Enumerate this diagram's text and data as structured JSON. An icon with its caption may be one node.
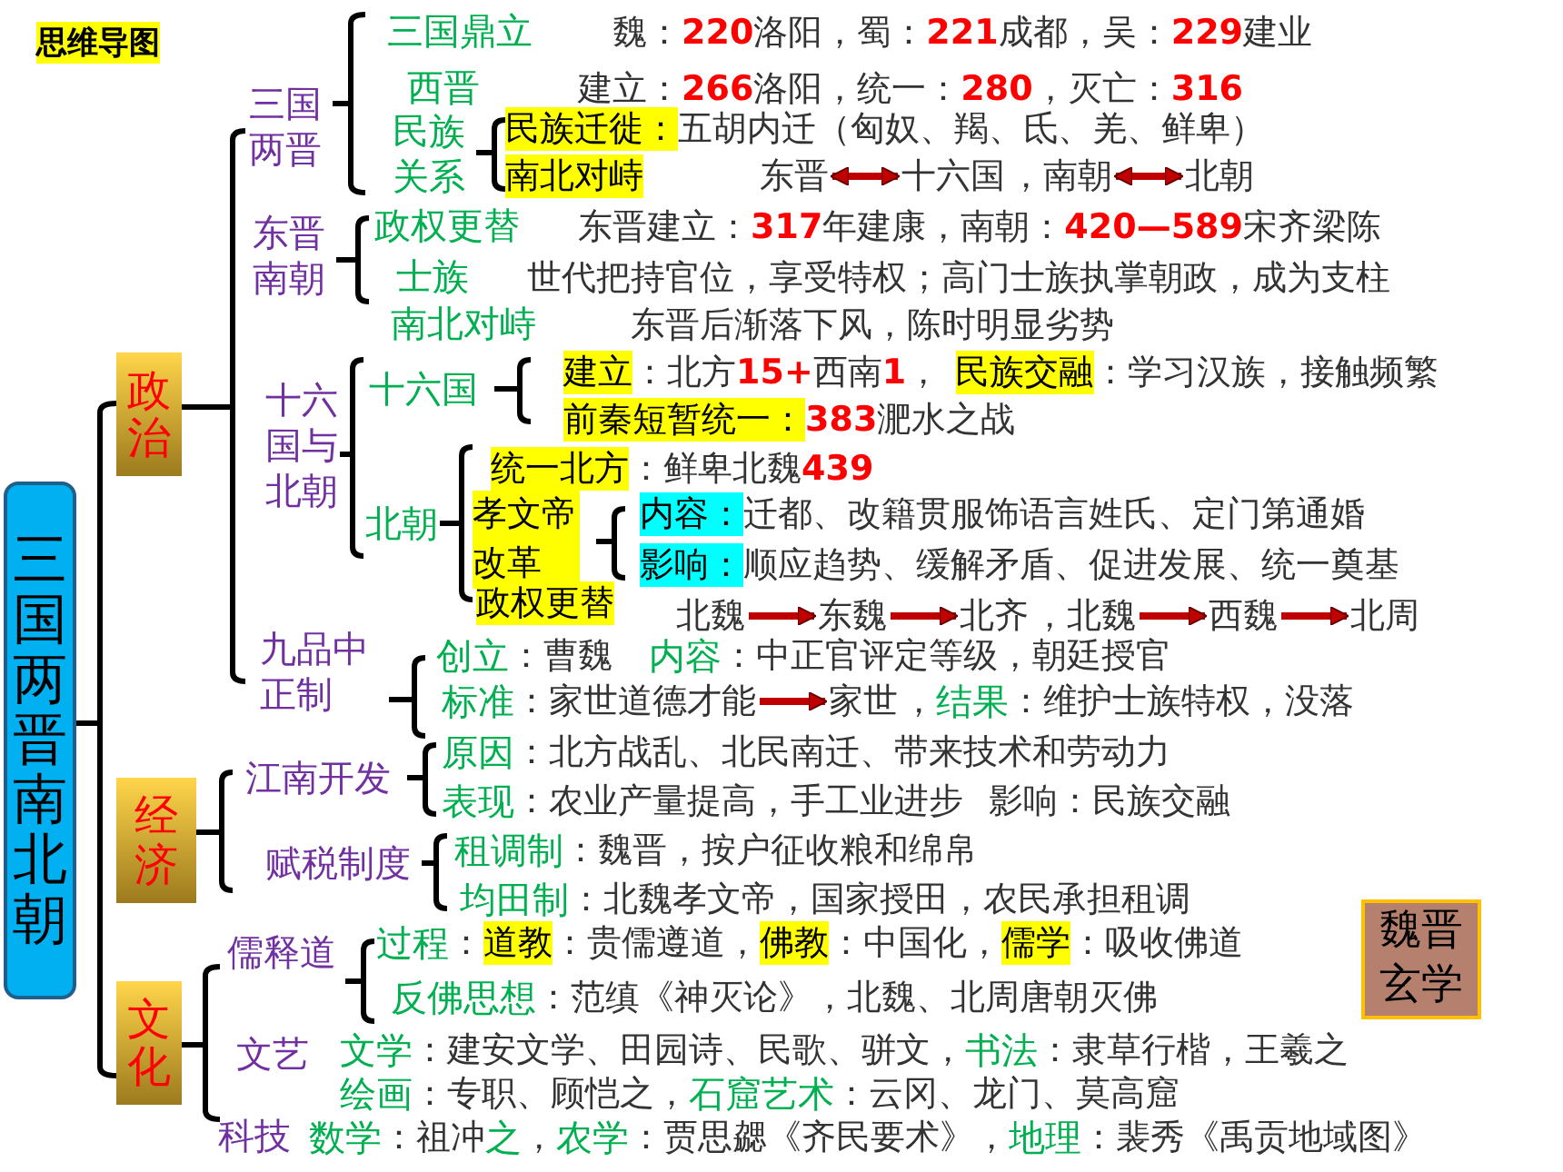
{
  "diagram": {
    "title": "思维导图",
    "nodes": [
      {
        "text": [
          "三国两晋南北朝"
        ]
      },
      {
        "text": [
          "政治"
        ]
      },
      {
        "text": [
          "经济"
        ]
      },
      {
        "text": [
          "文化"
        ]
      },
      {
        "text": [
          "魏晋玄学"
        ]
      },
      {
        "text": [
          "东晋"
        ]
      },
      {
        "text": [
          "十六国"
        ]
      },
      {
        "text": [
          "南朝"
        ]
      },
      {
        "text": [
          "北朝"
        ]
      },
      {
        "text": [
          "北魏"
        ]
      },
      {
        "text": [
          "东魏"
        ]
      },
      {
        "text": [
          "北齐"
        ]
      },
      {
        "text": [
          "北魏"
        ]
      },
      {
        "text": [
          "西魏"
        ]
      },
      {
        "text": [
          "北周"
        ]
      },
      {
        "text": [
          "家世道德才能"
        ]
      },
      {
        "text": [
          "家世"
        ]
      }
    ],
    "edges": [
      {
        "from": 5,
        "to": 6,
        "arrow": "both"
      },
      {
        "from": 7,
        "to": 8,
        "arrow": "both"
      },
      {
        "from": 9,
        "to": 10,
        "arrow": "to"
      },
      {
        "from": 10,
        "to": 11,
        "arrow": "to"
      },
      {
        "from": 12,
        "to": 13,
        "arrow": "to"
      },
      {
        "from": 13,
        "to": 14,
        "arrow": "to"
      },
      {
        "from": 15,
        "to": 16,
        "arrow": "to"
      }
    ],
    "labels": [
      "三国两晋",
      "三国鼎立",
      "魏：**220**洛阳，蜀：**221**成都，吴：**229**建业",
      "西晋",
      "建立：**266**洛阳，统一：**280**，灭亡：**316**",
      "民族关系",
      "民族迁徙：",
      "五胡内迁（匈奴、羯、氐、羌、鲜卑）",
      "南北对峙",
      "，",
      "东晋南朝",
      "政权更替",
      "东晋建立：**317**年建康，南朝：**420—589**宋齐梁陈",
      "士族",
      "世代把持官位，享受特权；高门士族执掌朝政，成为支柱",
      "南北对峙",
      "东晋后渐落下风，陈时明显劣势",
      "十六国与北朝",
      "十六国",
      "建立",
      "：北方**15+**西南**1**，",
      "民族交融",
      "：学习汉族，接触频繁",
      "前秦短暂统一：",
      "**383**淝水之战",
      "北朝",
      "统一北方",
      "：鲜卑北魏**439**",
      "孝文帝改革",
      "内容：",
      "迁都、改籍贯服饰语言姓氏、定门第通婚",
      "影响：",
      "顺应趋势、缓解矛盾、促进发展、统一奠基",
      "政权更替",
      "，",
      "九品中正制",
      "创立",
      "：曹魏",
      "内容",
      "：中正官评定等级，朝廷授官",
      "标准",
      "：",
      "，",
      "结果",
      "：维护士族特权，没落",
      "江南开发",
      "原因",
      "：北方战乱、北民南迁、带来技术和劳动力",
      "表现",
      "：农业产量提高，手工业进步",
      "影响：民族交融",
      "赋税制度",
      "租调制",
      "：魏晋，按户征收粮和绵帛",
      "均田制",
      "：北魏孝文帝，国家授田，农民承担租调",
      "儒释道",
      "过程",
      "：",
      "道教",
      "：贵儒遵道，",
      "佛教",
      "：中国化，",
      "儒学",
      "：吸收佛道",
      "反佛思想",
      "：范缜《神灭论》，北魏、北周唐朝灭佛",
      "文艺",
      "文学",
      "：建安文学、田园诗、民歌、骈文，",
      "书法",
      "：隶草行楷，王羲之",
      "绘画",
      "：专职、顾恺之，",
      "石窟艺术",
      "：云冈、龙门、莫高窟",
      "科技",
      "数学",
      "：祖冲",
      "之",
      "，",
      "农学",
      "：贾思勰《齐民要术》，",
      "地理",
      "：裴秀《禹贡地域图》"
    ]
  }
}
